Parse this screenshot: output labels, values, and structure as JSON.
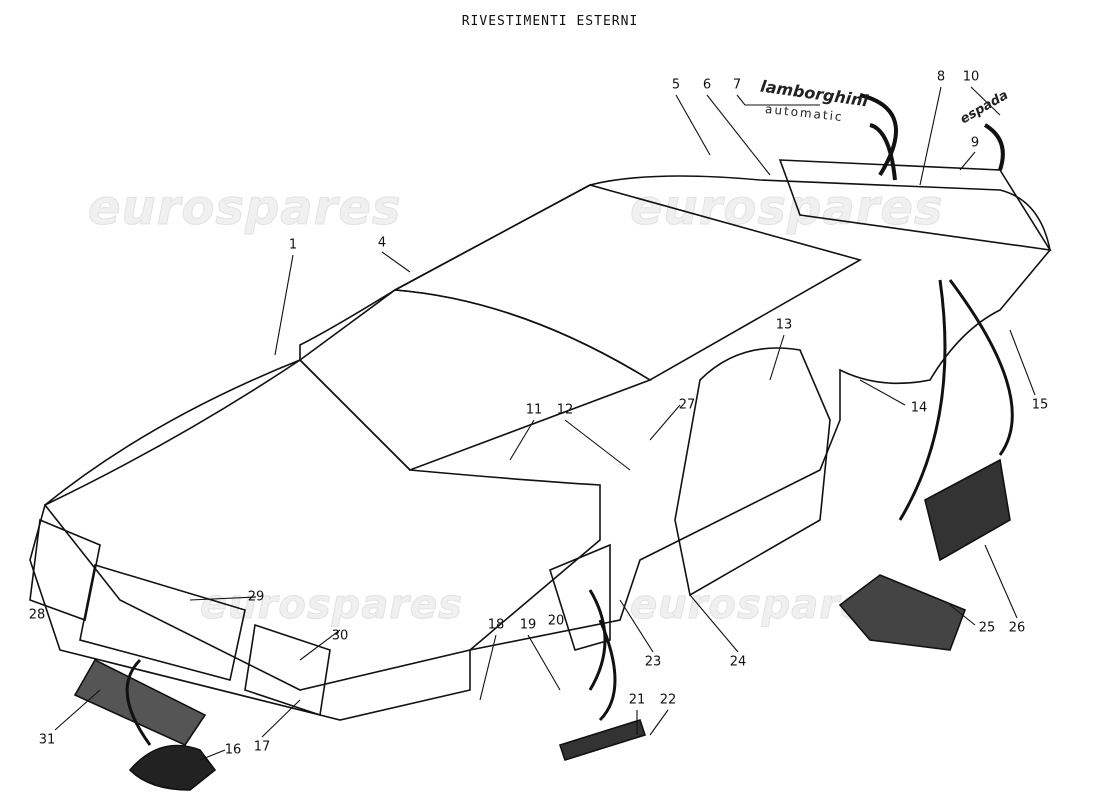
{
  "title": "RIVESTIMENTI ESTERNI",
  "watermark": "eurospares",
  "badges": {
    "brand": "lamborghini",
    "model_line": "automatic",
    "model": "espada"
  },
  "callouts": [
    "1",
    "4",
    "5",
    "6",
    "7",
    "8",
    "9",
    "10",
    "11",
    "12",
    "13",
    "14",
    "15",
    "16",
    "17",
    "18",
    "19",
    "20",
    "21",
    "22",
    "23",
    "24",
    "25",
    "26",
    "27",
    "28",
    "29",
    "30",
    "31"
  ]
}
